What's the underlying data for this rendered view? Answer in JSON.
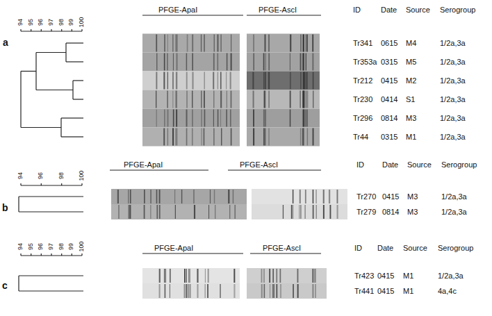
{
  "diagram": {
    "labels": [
      "a",
      "94",
      "95",
      "96",
      "97",
      "98",
      "99",
      "100",
      "PFGE-ApaI",
      "PFGE-AscI",
      "ID",
      "Date",
      "Source",
      "Serogroup",
      "Tr341",
      "0615",
      "M4",
      "1/2a,3a",
      "Tr353a",
      "0315",
      "M5",
      "1/2a,3a",
      "Tr212",
      "0415",
      "M2",
      "1/2a,3a",
      "Tr230",
      "0414",
      "S1",
      "1/2a,3a",
      "Tr296",
      "0814",
      "M3",
      "1/2a,3a",
      "Tr44",
      "0315",
      "M1",
      "1/2a,3a",
      "b",
      "94",
      "96",
      "98",
      "100",
      "PFGE-ApaI",
      "PFGE-AscI",
      "ID",
      "Date",
      "Source",
      "Serogroup",
      "Tr270",
      "0415",
      "M3",
      "1/2a,3a",
      "Tr279",
      "0814",
      "M3",
      "1/2a,3a",
      "c",
      "94",
      "95",
      "96",
      "97",
      "98",
      "99",
      "100",
      "PFGE-ApaI",
      "PFGE-AscI",
      "ID",
      "Date",
      "Source",
      "Serogroup",
      "Tr423",
      "0415",
      "M1",
      "1/2a,3a",
      "Tr441",
      "0415",
      "M1",
      "4a,4c"
    ]
  }
}
